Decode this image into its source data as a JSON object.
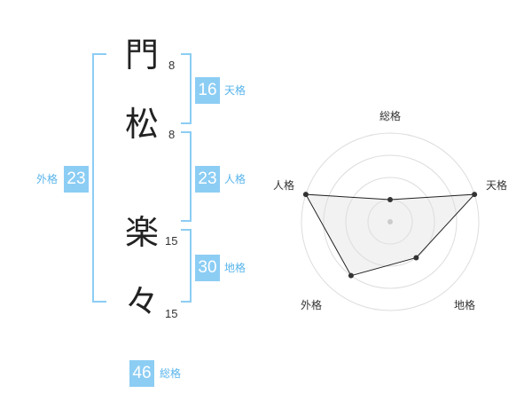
{
  "name_chars": [
    {
      "char": "門",
      "strokes": "8"
    },
    {
      "char": "松",
      "strokes": "8"
    },
    {
      "char": "楽",
      "strokes": "15"
    },
    {
      "char": "々",
      "strokes": "15"
    }
  ],
  "kaku": {
    "tenkaku": {
      "value": "16",
      "label": "天格"
    },
    "jinkaku": {
      "value": "23",
      "label": "人格"
    },
    "chikaku": {
      "value": "30",
      "label": "地格"
    },
    "gaikaku": {
      "value": "23",
      "label": "外格"
    },
    "soukaku": {
      "value": "46",
      "label": "総格"
    }
  },
  "radar": {
    "axes": [
      "総格",
      "天格",
      "地格",
      "外格",
      "人格"
    ],
    "levels": 4,
    "values": [
      0.25,
      1.0,
      0.5,
      0.75,
      1.0
    ],
    "colors": {
      "fill": "#f2f2f2",
      "grid": "#dddddd",
      "line": "#222222",
      "point": "#333333",
      "center": "#cccccc"
    }
  },
  "colors": {
    "accent": "#8ccdf4",
    "accent_text": "#58b4ec"
  }
}
